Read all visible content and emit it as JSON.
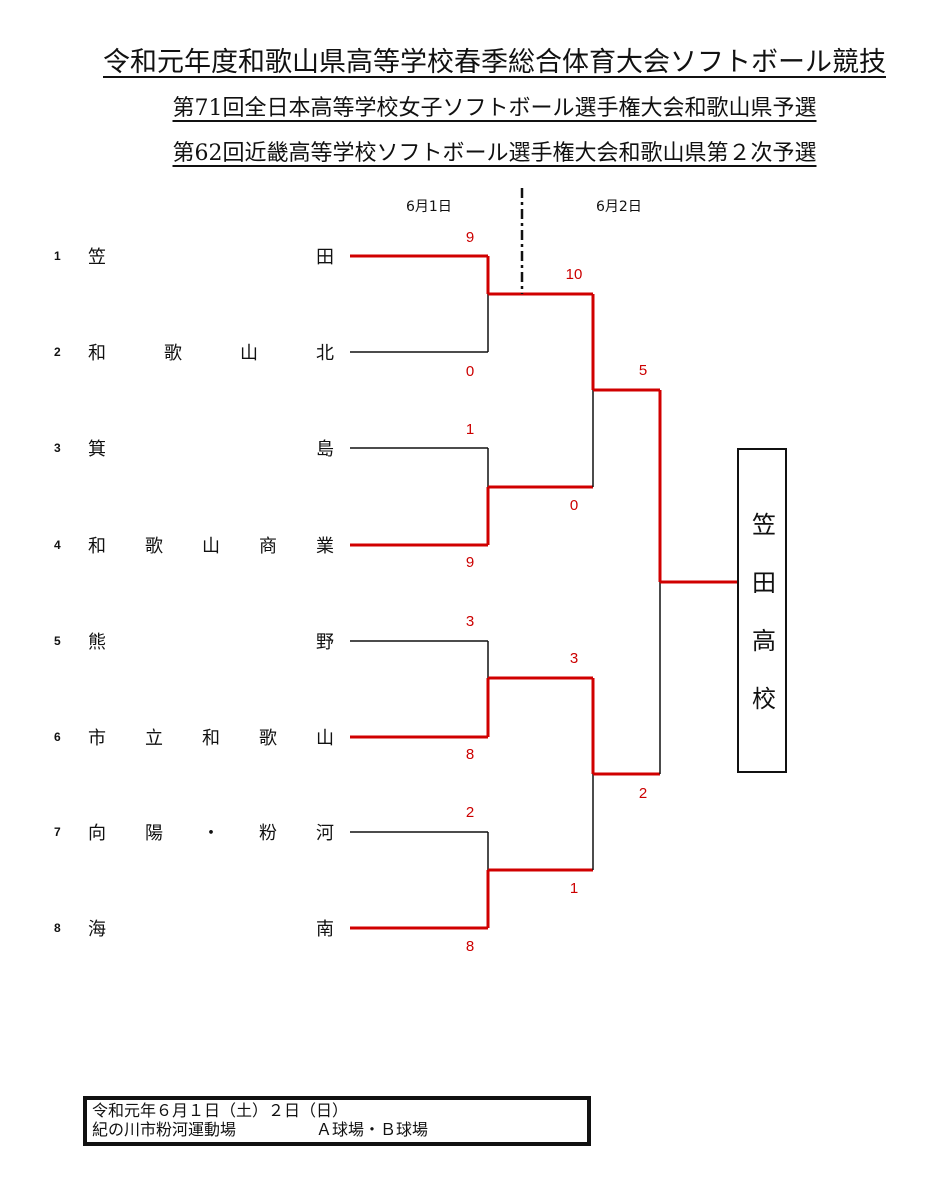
{
  "titles": [
    "令和元年度和歌山県高等学校春季総合体育大会ソフトボール競技",
    "第71回全日本高等学校女子ソフトボール選手権大会和歌山県予選",
    "第62回近畿高等学校ソフトボール選手権大会和歌山県第２次予選"
  ],
  "dates": [
    "6月1日",
    "6月2日"
  ],
  "teams": [
    {
      "seed": "1",
      "name": "笠田"
    },
    {
      "seed": "2",
      "name": "和歌山北"
    },
    {
      "seed": "3",
      "name": "箕島"
    },
    {
      "seed": "4",
      "name": "和歌山商業"
    },
    {
      "seed": "5",
      "name": "熊野"
    },
    {
      "seed": "6",
      "name": "市立和歌山"
    },
    {
      "seed": "7",
      "name": "向陽・粉河"
    },
    {
      "seed": "8",
      "name": "海南"
    }
  ],
  "scores": {
    "round1": [
      "9",
      "0",
      "1",
      "9",
      "3",
      "8",
      "2",
      "8"
    ],
    "semifinal": [
      "10",
      "0",
      "3",
      "1"
    ],
    "final": [
      "5",
      "2"
    ]
  },
  "champion": "笠田高校",
  "colors": {
    "winner": "#d00000",
    "line": "#111111"
  },
  "footer": {
    "line1": "令和元年６月１日（土）２日（日）",
    "line2": "紀の川市粉河運動場　　　　　Ａ球場・Ｂ球場"
  }
}
